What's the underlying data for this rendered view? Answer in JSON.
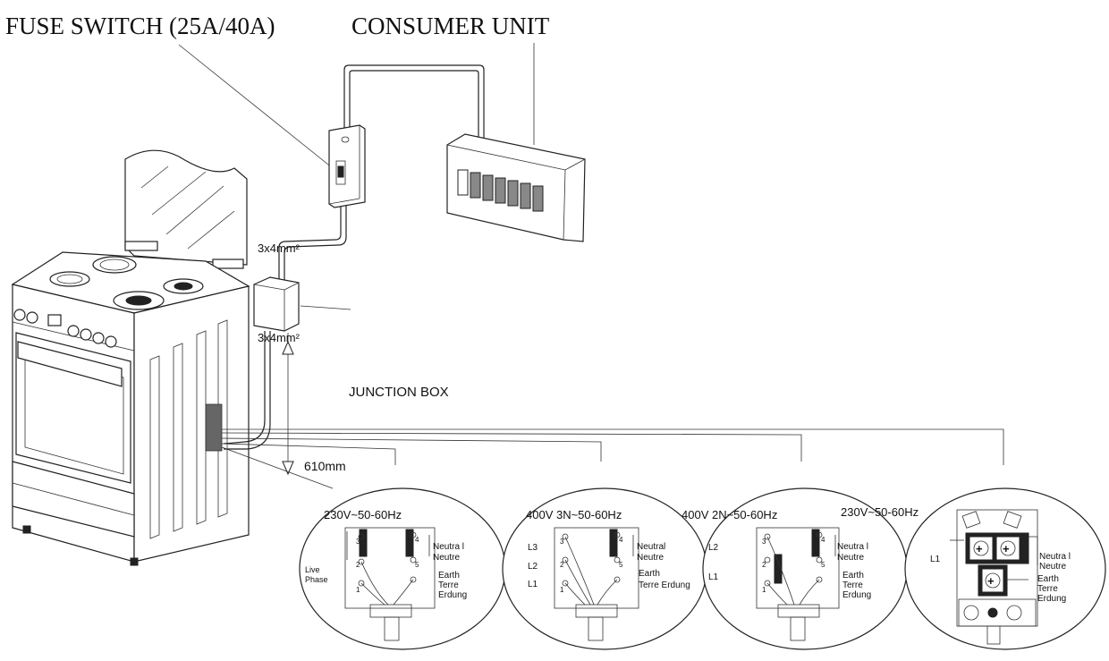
{
  "labels": {
    "fuse_switch": "FUSE SWITCH (25A/40A)",
    "consumer_unit": "CONSUMER UNIT",
    "cable_upper": "3x4mm²",
    "cable_lower": "3x4mm²",
    "junction_box": "JUNCTION BOX",
    "distance": "610mm"
  },
  "wiring_diagrams": [
    {
      "title": "230V~50-60Hz",
      "left_labels": [
        "Live",
        "Phase"
      ],
      "right_labels": [
        "Neutra l",
        "Neutre",
        "Earth",
        "Terre",
        "Erdung"
      ],
      "terminals": [
        "3",
        "2",
        "1",
        "4",
        "5"
      ]
    },
    {
      "title": "400V 3N~50-60Hz",
      "left_labels": [
        "L3",
        "L2",
        "L1"
      ],
      "right_labels": [
        "Neutral",
        "Neutre",
        "Earth",
        "Terre Erdung"
      ],
      "terminals": [
        "3",
        "2",
        "1",
        "4",
        "5"
      ]
    },
    {
      "title": "400V 2N~50-60Hz",
      "left_labels": [
        "L2",
        "L1"
      ],
      "right_labels": [
        "Neutra l",
        "Neutre",
        "Earth",
        "Terre",
        "Erdung"
      ],
      "terminals": [
        "3",
        "2",
        "1",
        "4",
        "5"
      ]
    },
    {
      "title": "230V~50-60Hz",
      "left_labels": [
        "L1"
      ],
      "right_labels": [
        "Neutra l",
        "Neutre",
        "Earth",
        "Terre",
        "Erdung"
      ]
    }
  ]
}
